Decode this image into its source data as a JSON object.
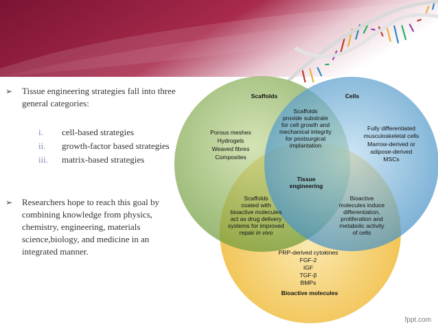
{
  "slide": {
    "bullet1": "Tissue engineering strategies fall into three general categories:",
    "subitems": [
      {
        "num": "i.",
        "text": "cell-based strategies"
      },
      {
        "num": "ii.",
        "text": "growth-factor based strategies"
      },
      {
        "num": "iii.",
        "text": "matrix-based strategies"
      }
    ],
    "bullet2": "Researchers hope to reach this goal by combining knowledge from physics, chemistry, engineering, materials science,biology, and medicine in an integrated manner."
  },
  "venn": {
    "scaffolds_title": "Scaffolds",
    "cells_title": "Cells",
    "bioactive_title": "Bioactive molecules",
    "center_title": [
      "Tissue",
      "engineering"
    ],
    "scaffolds_items": [
      "Porous meshes",
      "Hydrogels",
      "Weaved fibres",
      "Composites"
    ],
    "cells_items": [
      "Fully differentiated",
      "musculoskeletal cells",
      "Marrow-derived or",
      "adipose-derived",
      "MSCs"
    ],
    "bioactive_items": [
      "PRP-derived cytokines",
      "FGF-2",
      "IGF",
      "TGF-β",
      "BMPs"
    ],
    "scaffold_cell_overlap": [
      "Scaffolds",
      "provide substrate",
      "for cell growth and",
      "mechanical integrity",
      "for postsurgical",
      "implantation"
    ],
    "scaffold_bioactive_overlap": [
      "Scaffolds",
      "coated with",
      "bioactive molecules",
      "act as drug delivery",
      "systems for improved",
      "repair in vivo"
    ],
    "cell_bioactive_overlap": [
      "Bioactive",
      "molecules induce",
      "differentiation,",
      "proliferation and",
      "metabolic activity",
      "of cells"
    ],
    "colors": {
      "scaffolds": "#7fa84a",
      "cells": "#4a97c9",
      "bioactive": "#f1bf3d",
      "banner": "#8a1a3c"
    }
  },
  "footer": {
    "watermark": "fppt.com"
  }
}
